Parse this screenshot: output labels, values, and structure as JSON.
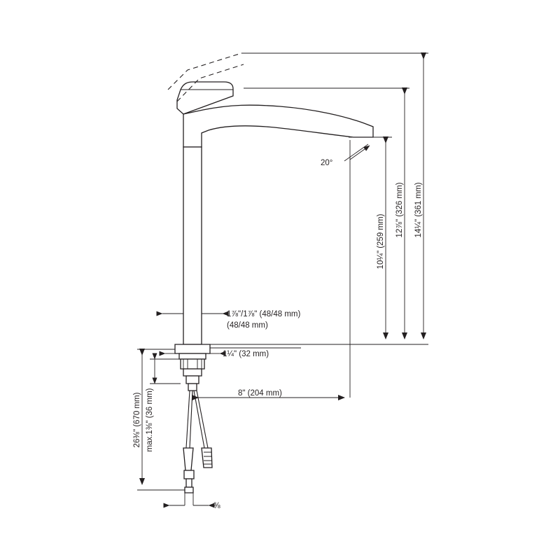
{
  "diagram": {
    "title": "Single-hole tall vessel basin mixer dimensional drawing",
    "line_color": "#231f20",
    "background_color": "#ffffff",
    "dimensions": {
      "overall_height": "14¼\" (361 mm)",
      "spout_top_height": "12⅞\" (326 mm)",
      "spout_outlet_height": "10¼\" (259 mm)",
      "body_width": "1⅞\"/1⅞\" (48/48 mm)",
      "base_diameter": "1¼\" (32 mm)",
      "spout_reach": "8\" (204 mm)",
      "hose_length": "26⅜\" (670 mm)",
      "max_deck_thickness": "max.1⅜\" (36 mm)",
      "connection_thread": "⅜",
      "spout_angle": "20°"
    },
    "labels": [
      {
        "id": "overall-height",
        "text": "14¼\" (361 mm)",
        "orientation": "vertical"
      },
      {
        "id": "spout-top-height",
        "text": "12⅞\" (326 mm)",
        "orientation": "vertical"
      },
      {
        "id": "spout-outlet-height",
        "text": "10¼\" (259 mm)",
        "orientation": "vertical"
      },
      {
        "id": "body-width",
        "text": "1⅞\"/1⅞\"",
        "orientation": "horizontal"
      },
      {
        "id": "body-width-mm",
        "text": "(48/48 mm)",
        "orientation": "horizontal"
      },
      {
        "id": "base-diameter",
        "text": "1¼\" (32 mm)",
        "orientation": "horizontal"
      },
      {
        "id": "spout-reach",
        "text": "8\" (204 mm)",
        "orientation": "horizontal"
      },
      {
        "id": "hose-length",
        "text": "26⅜\" (670 mm)",
        "orientation": "vertical"
      },
      {
        "id": "max-deck-thickness",
        "text": "max.1⅜\" (36 mm)",
        "orientation": "vertical"
      },
      {
        "id": "thread-size",
        "text": "⅜",
        "orientation": "horizontal"
      },
      {
        "id": "spout-angle",
        "text": "20°",
        "orientation": "horizontal"
      }
    ]
  }
}
